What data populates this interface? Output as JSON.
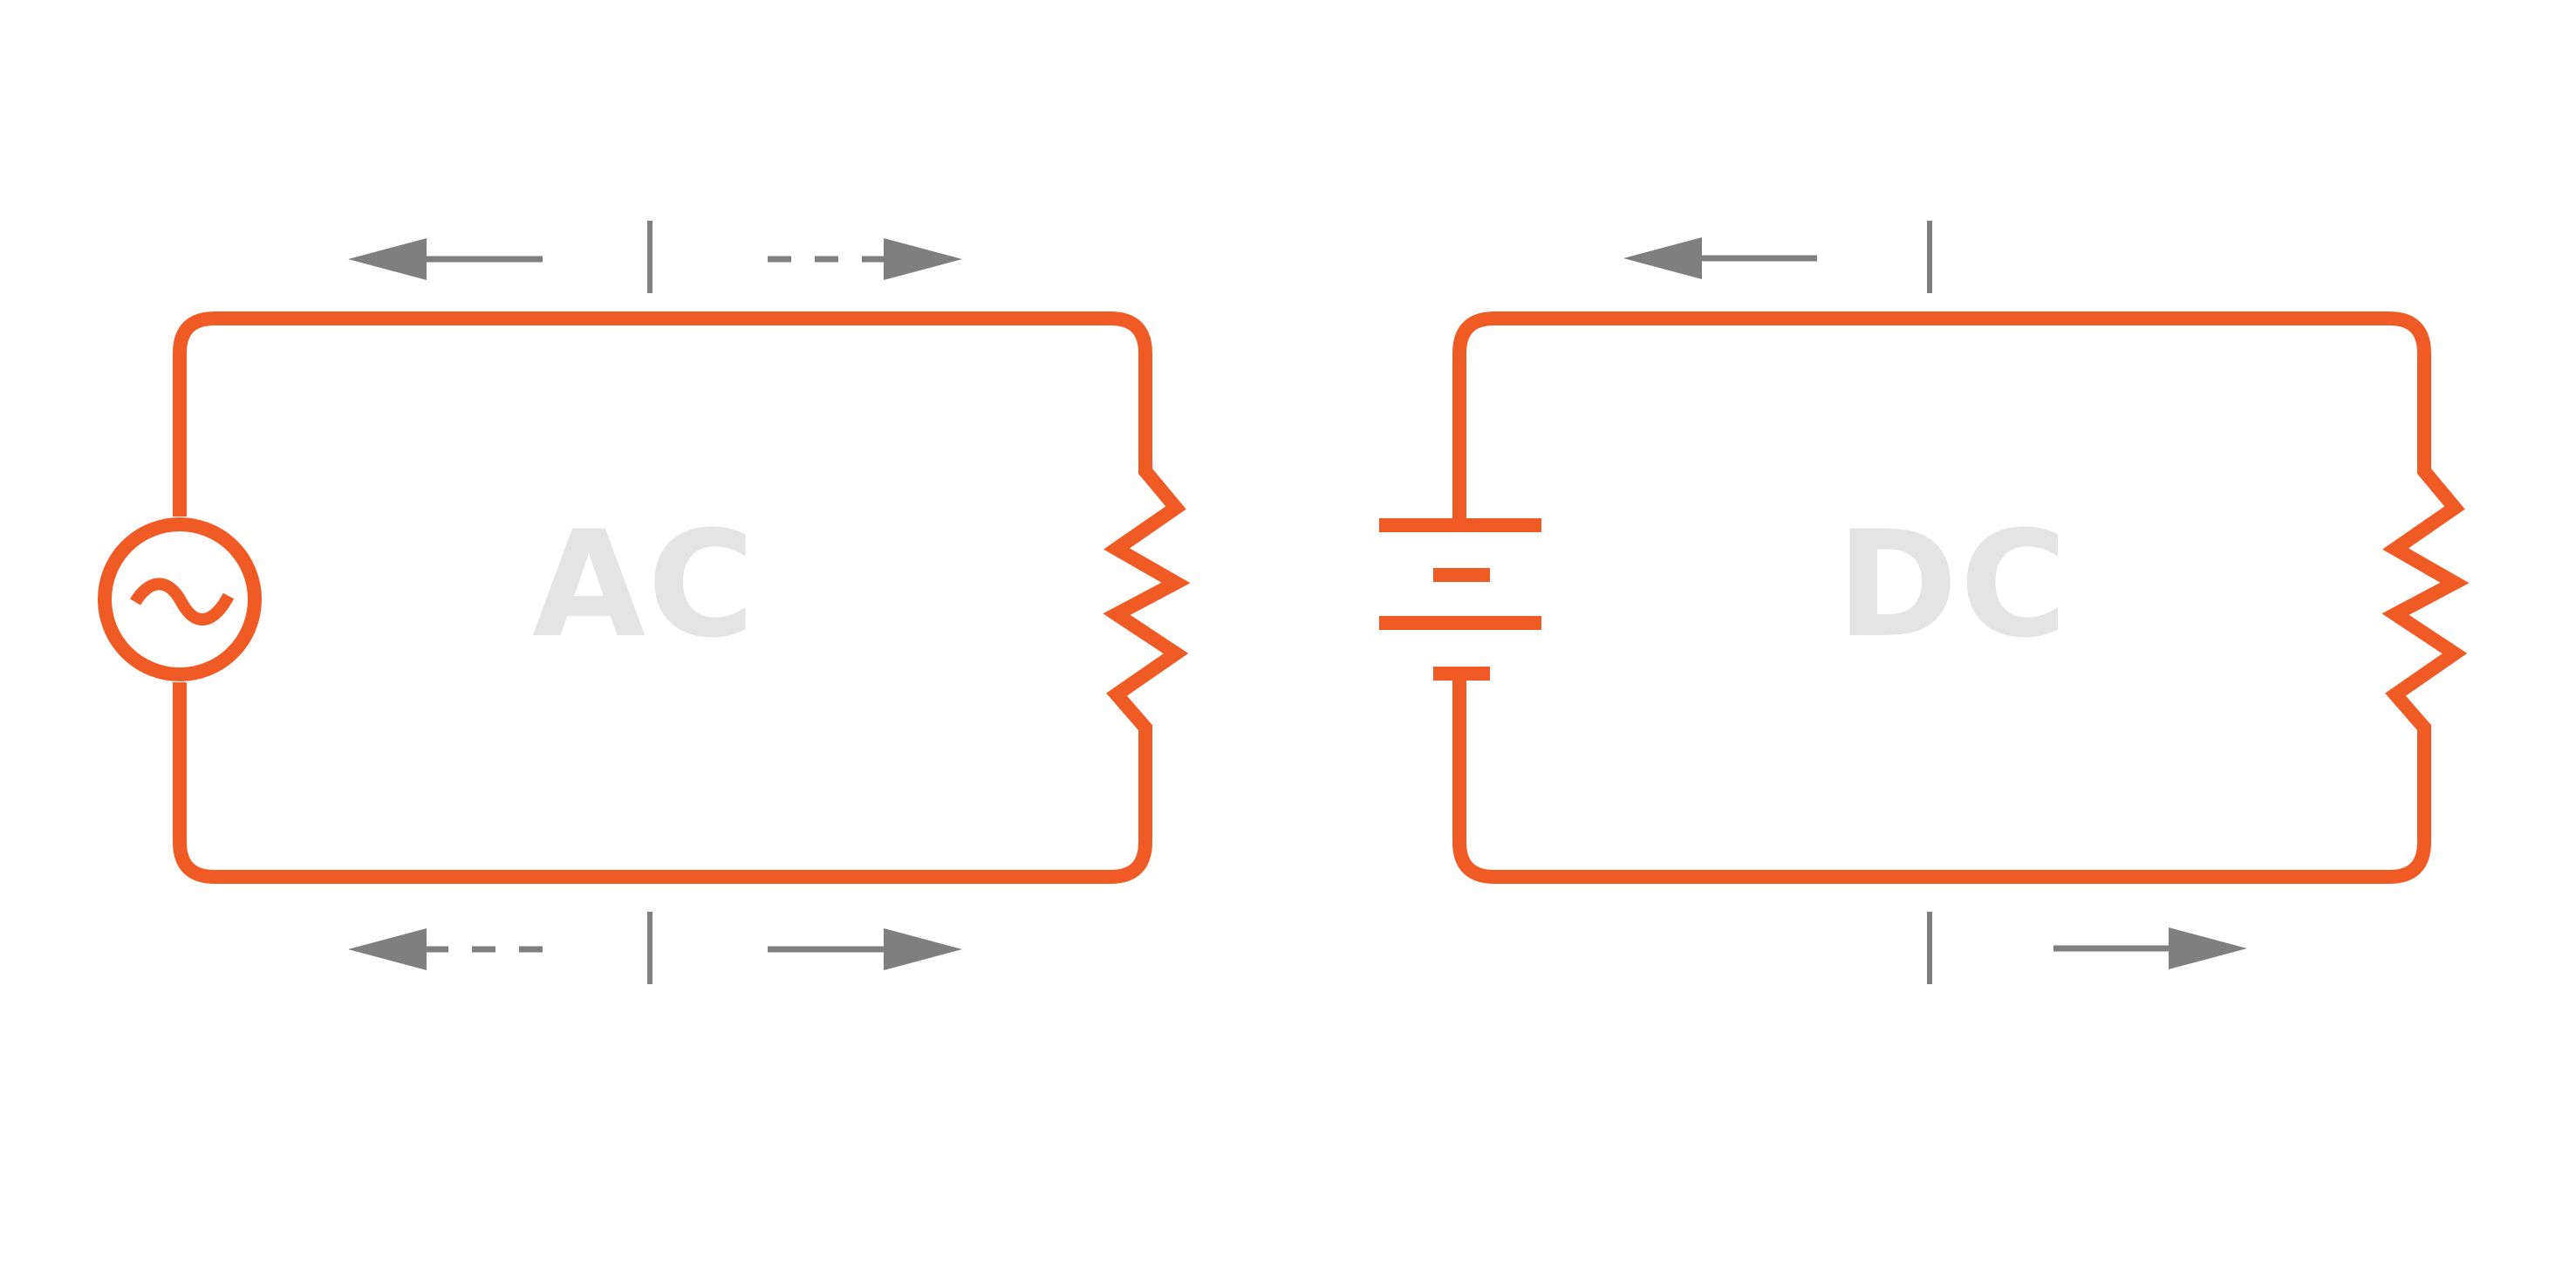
{
  "colors": {
    "background": "#ffffff",
    "circuit": "#f05a24",
    "arrow": "#7f7f7f",
    "label": "#e4e4e4"
  },
  "ac_circuit": {
    "label": "AC",
    "source_icon": "ac-source-sine-icon",
    "load_icon": "resistor-icon",
    "current_indicators": {
      "top": [
        "arrow-left-solid",
        "arrow-right-dashed"
      ],
      "bottom": [
        "arrow-left-dashed",
        "arrow-right-solid"
      ]
    }
  },
  "dc_circuit": {
    "label": "DC",
    "source_icon": "battery-icon",
    "load_icon": "resistor-icon",
    "current_indicators": {
      "top": [
        "arrow-left-solid"
      ],
      "bottom": [
        "arrow-right-solid"
      ]
    }
  }
}
